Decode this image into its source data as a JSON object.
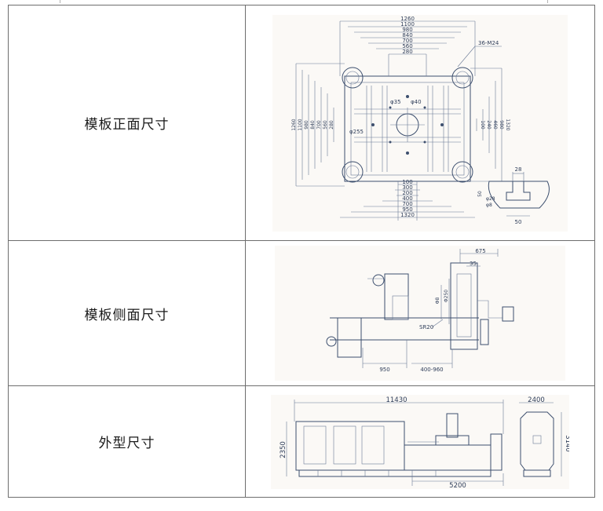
{
  "rows": [
    {
      "label": "模板正面尺寸",
      "drawing_icon": "platen-front-view-drawing",
      "dims": {
        "d1": "1260",
        "d2": "1100",
        "d3": "980",
        "d4": "840",
        "d5": "700",
        "d6": "560",
        "d7": "280",
        "tap": "36-M24",
        "v1": "1260",
        "v2": "1100",
        "v3": "980",
        "v4": "840",
        "v5": "700",
        "v6": "560",
        "v7": "280",
        "r1": "1320",
        "r2": "980",
        "r3": "460",
        "r4": "240",
        "r5": "100",
        "b1": "100",
        "b2": "300",
        "b3": "200",
        "b4": "400",
        "b5": "700",
        "b6": "950",
        "b7": "1320",
        "hole1": "φ35",
        "hole2": "φ40",
        "hole3": "φ255",
        "s1": "28",
        "s2": "50",
        "s3": "φ28",
        "s4": "φ8",
        "s5": "50"
      }
    },
    {
      "label": "模板侧面尺寸",
      "drawing_icon": "platen-side-view-drawing",
      "dims": {
        "a": "675",
        "b": "35",
        "c": "Φ8",
        "d": "Φ250",
        "e": "SR20",
        "f": "950",
        "g": "400-960"
      }
    },
    {
      "label": "外型尺寸",
      "drawing_icon": "machine-outline-drawing",
      "dims": {
        "length": "11430",
        "width": "2400",
        "height": "2350",
        "height2": "3140",
        "base": "5200"
      }
    }
  ]
}
